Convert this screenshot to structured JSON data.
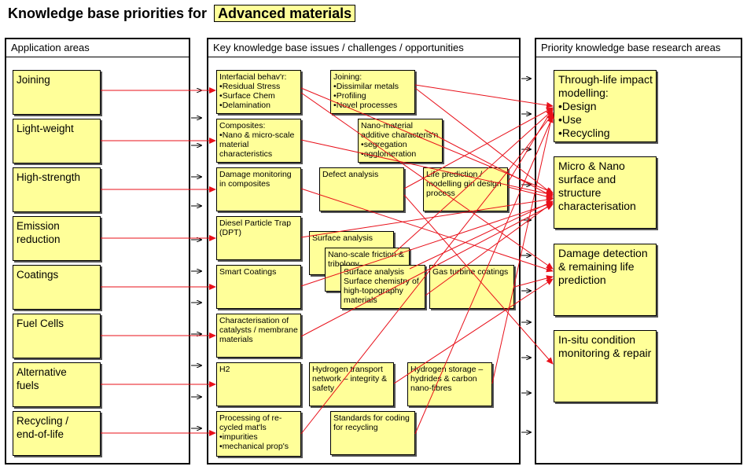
{
  "title": {
    "prefix": "Knowledge base priorities for",
    "highlight": "Advanced materials"
  },
  "columns": {
    "application": "Application areas",
    "issues": "Key knowledge base issues / challenges / opportunities",
    "priority": "Priority knowledge base research areas"
  },
  "applications": [
    {
      "lines": [
        "Joining"
      ]
    },
    {
      "lines": [
        "Light-weight"
      ]
    },
    {
      "lines": [
        "High-strength"
      ]
    },
    {
      "lines": [
        "Emission",
        "reduction"
      ]
    },
    {
      "lines": [
        "Coatings"
      ]
    },
    {
      "lines": [
        "Fuel Cells"
      ]
    },
    {
      "lines": [
        "Alternative",
        "fuels"
      ]
    },
    {
      "lines": [
        "Recycling /",
        "end-of-life"
      ]
    }
  ],
  "issues": {
    "interfacial": {
      "title": "Interfacial behav'r:",
      "bullets": [
        "Residual Stress",
        "Surface Chem",
        "Delamination"
      ]
    },
    "joining": {
      "title": "Joining:",
      "bullets": [
        "Dissimilar metals",
        "Profiling",
        "Novel processes"
      ]
    },
    "composites": {
      "title": "Composites:",
      "bullets": [
        "Nano & micro-scale"
      ],
      "tail": [
        "material",
        "characteristics"
      ]
    },
    "nano_material": {
      "title_lines": [
        "Nano-material",
        "additive characteris'n"
      ],
      "bullets": [
        "segregation",
        "agglomeration"
      ]
    },
    "damage_monitoring": {
      "lines": [
        "Damage monitoring",
        "in composites"
      ]
    },
    "defect": {
      "lines": [
        "Defect analysis"
      ]
    },
    "life_prediction": {
      "lines": [
        "Life prediction /",
        "modelling gin design",
        "process"
      ]
    },
    "diesel": {
      "lines": [
        "Diesel Particle Trap",
        "(DPT)"
      ]
    },
    "surface_analysis": {
      "lines": [
        "Surface analysis"
      ]
    },
    "nano_friction": {
      "lines": [
        "Nano-scale friction &",
        "tribology"
      ]
    },
    "surface_chem": {
      "lines": [
        "Surface analysis",
        "Surface chemistry of",
        "high-topography",
        "materials"
      ]
    },
    "smart": {
      "lines": [
        "Smart Coatings"
      ]
    },
    "gas_turbine": {
      "lines": [
        "Gas turbine coatings"
      ]
    },
    "catalysts": {
      "lines": [
        "Characterisation of",
        "catalysts / membrane",
        "materials"
      ]
    },
    "h2": {
      "lines": [
        "H2"
      ]
    },
    "h2_transport": {
      "lines": [
        "Hydrogen transport",
        "network – integrity &",
        "safety"
      ]
    },
    "h2_storage": {
      "lines": [
        "Hydrogen storage –",
        "hydrides & carbon",
        "nano-fibres"
      ]
    },
    "processing": {
      "title_lines": [
        "Processing of re-",
        "cycled mat'ls"
      ],
      "bullets": [
        "impurities",
        "mechanical prop's"
      ]
    },
    "standards": {
      "lines": [
        "Standards for coding",
        "for recycling"
      ]
    }
  },
  "priorities": [
    {
      "title_lines": [
        "Through-life impact",
        "modelling:"
      ],
      "bullets": [
        "Design",
        "Use",
        "Recycling"
      ]
    },
    {
      "lines": [
        "Micro & Nano",
        "surface and",
        "structure",
        "characterisation"
      ]
    },
    {
      "lines": [
        "Damage detection",
        "& remaining life",
        "prediction"
      ]
    },
    {
      "lines": [
        "In-situ condition",
        "monitoring & repair"
      ]
    }
  ],
  "colors": {
    "note_fill": "#ffff99",
    "link": "#e8101a",
    "border": "#000000"
  }
}
